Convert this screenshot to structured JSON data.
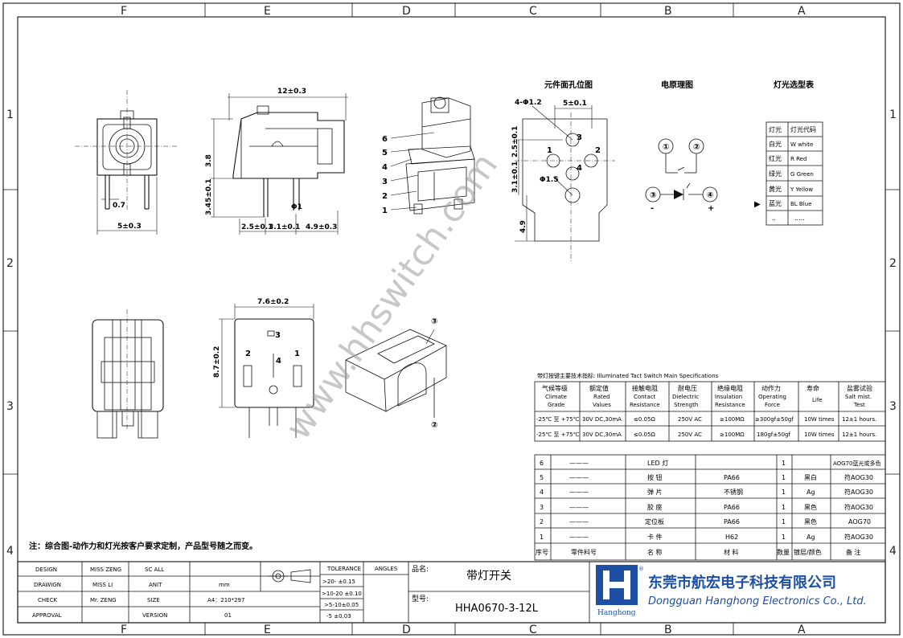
{
  "border": {
    "columns": [
      "F",
      "E",
      "D",
      "C",
      "B",
      "A"
    ],
    "rows": [
      "1",
      "2",
      "3",
      "4"
    ]
  },
  "dims": {
    "front_width": "5±0.3",
    "front_pin": "0.7",
    "side_length": "12±0.3",
    "side_h1": "3.8",
    "side_h2": "3.45±0.1",
    "side_p1": "2.5±0.1",
    "side_p2": "3.1±0.1",
    "side_p3": "4.9±0.3",
    "side_pin": "Φ1",
    "bottom_width": "7.6±0.2",
    "bottom_height": "8.7±0.2",
    "hole_spacing": "5±0.1",
    "hole_dia": "4-Φ1.2",
    "hole_v1": "2.5±0.1",
    "hole_v2": "3.1±0.1",
    "hole_center": "Φ1.5",
    "hole_bottom": "4.9"
  },
  "part_callouts": [
    "6",
    "5",
    "4",
    "3",
    "2",
    "1"
  ],
  "pcb_pins": [
    "1",
    "2",
    "3",
    "4"
  ],
  "bottom_pins": [
    "2",
    "3",
    "4",
    "1"
  ],
  "iso_marks": [
    "③",
    "②"
  ],
  "sections": {
    "pcb_layout": "元件面孔位图",
    "schematic": "电原理图",
    "lamp_select": "灯光选型表"
  },
  "schematic_nodes": [
    "①",
    "②",
    "③",
    "④"
  ],
  "schematic_signs": [
    "-",
    "+"
  ],
  "lamp_table": {
    "header": [
      "灯光",
      "灯光代码"
    ],
    "rows": [
      [
        "白光",
        "W white"
      ],
      [
        "红光",
        "R Red"
      ],
      [
        "绿光",
        "G Green"
      ],
      [
        "黄光",
        "Y Yellow"
      ],
      [
        "蓝光",
        "BL Blue"
      ],
      [
        "..",
        "....."
      ]
    ],
    "arrow": "▶"
  },
  "spec_table": {
    "title": "带灯按键主要技术指标: Illuminated Tact Switch Main Specifications",
    "header": [
      [
        "气候等级",
        "Climate",
        "Grade"
      ],
      [
        "额定值",
        "Rated",
        "Values"
      ],
      [
        "接触电阻",
        "Contact",
        "Resistance"
      ],
      [
        "耐电压",
        "Dielectric",
        "Strength"
      ],
      [
        "绝缘电阻",
        "Insulation",
        "Resistance"
      ],
      [
        "动作力",
        "Operating",
        "Force"
      ],
      [
        "寿命",
        "Life",
        ""
      ],
      [
        "盐雾试验",
        "Salt mist.",
        "Test"
      ]
    ],
    "rows": [
      [
        "-25℃ 至 +75℃",
        "30V DC,30mA",
        "≤0.05Ω",
        "250V AC",
        "≥100MΩ",
        "≥300gf±50gf",
        "10W times",
        "12±1 hours."
      ],
      [
        "-25℃ 至 +75℃",
        "30V DC,30mA",
        "≤0.05Ω",
        "250V AC",
        "≥100MΩ",
        "180gf±50gf",
        "10W times",
        "12±1 hours."
      ]
    ]
  },
  "bom": {
    "rows": [
      [
        "6",
        "———",
        "LED 灯",
        "",
        "1",
        "",
        "AOG70蓝光或多色",
        ""
      ],
      [
        "5",
        "———",
        "按 钮",
        "PA66",
        "1",
        "黑白",
        "符AOG30",
        ""
      ],
      [
        "4",
        "———",
        "弹 片",
        "不锈钢",
        "1",
        "Ag",
        "符AOG30",
        ""
      ],
      [
        "3",
        "———",
        "胶 座",
        "PA66",
        "1",
        "黑色",
        "符AOG30",
        ""
      ],
      [
        "2",
        "———",
        "定位板",
        "PA66",
        "1",
        "黑色",
        "AOG70",
        ""
      ],
      [
        "1",
        "———",
        "卡 件",
        "H62",
        "1",
        "Ag",
        "符AOG30",
        ""
      ]
    ],
    "header": [
      "序号",
      "零件料号",
      "名 称",
      "材 料",
      "数量",
      "镀层/颜色",
      "备 注"
    ]
  },
  "note": "注：综合图-动作力和灯光按客户要求定制，产品型号随之而变。",
  "watermark": "www.hhswitch.com",
  "title_block": {
    "left_rows": [
      [
        "DESIGN",
        "MISS ZENG",
        "SC ALL",
        ""
      ],
      [
        "DRAWIGN",
        "MISS LI",
        "ANIT",
        "mm"
      ],
      [
        "CHECK",
        "Mr. ZENG",
        "SIZE",
        "A4：210*297"
      ],
      [
        "APPROVAL",
        "",
        "VERSION",
        "01"
      ]
    ],
    "tol_head": [
      "TOLERANCE",
      "ANGLES"
    ],
    "tol_rows": [
      ">20- ±0.15",
      ">10-20 ±0.10",
      ">5-10±0.05",
      "-5 ±0.03"
    ],
    "name_label": "品名:",
    "name_value": "带灯开关",
    "model_label": "型号:",
    "model_value": "HHA0670-3-12L",
    "company_cn": "东莞市航宏电子科技有限公司",
    "company_en": "Dongguan Hanghong Electronics Co., Ltd.",
    "logo_text": "Hanghong",
    "logo_mark": "®"
  },
  "colors": {
    "logo_blue": "#1d4fa3",
    "ink": "#111111",
    "watermark": "#9a9a9a"
  }
}
